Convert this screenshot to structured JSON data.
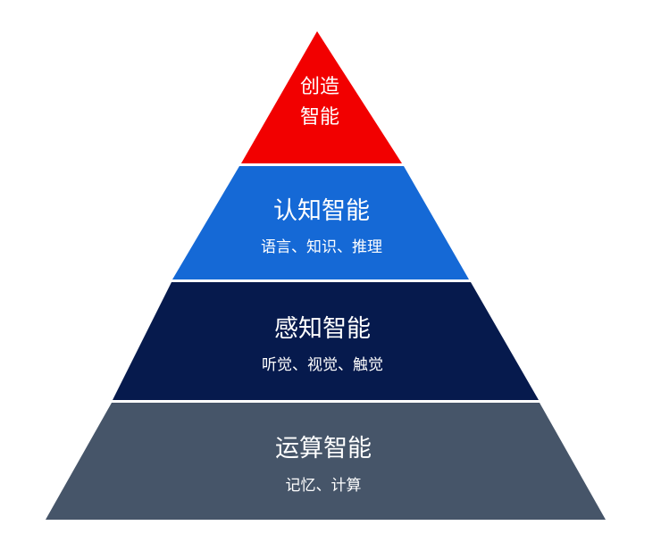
{
  "pyramid": {
    "levels": [
      {
        "title": "创造",
        "title2": "智能",
        "subtitle": "",
        "color": "#f20000"
      },
      {
        "title": "认知智能",
        "subtitle": "语言、知识、推理",
        "color": "#1569d6"
      },
      {
        "title": "感知智能",
        "subtitle": "听觉、视觉、触觉",
        "color": "#061a4d"
      },
      {
        "title": "运算智能",
        "subtitle": "记忆、计算",
        "color": "#465569"
      }
    ]
  }
}
